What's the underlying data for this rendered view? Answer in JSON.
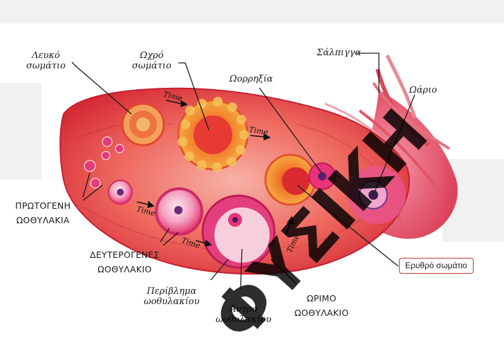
{
  "labels": {
    "leuko": [
      "Λευκό",
      "σωμάτιο"
    ],
    "ochro": [
      "Ωχρό",
      "σωμάτιο"
    ],
    "oorrixia": "Ωορρηξία",
    "salpinga": "Σάλπιγγα",
    "oario": "Ωάριο",
    "protogeni": [
      "ΠΡΩΤΟΓΕΝΗ",
      "ΩΟΘΥΛΑΚΙΑ"
    ],
    "deuterogenes": [
      "ΔΕΥΤΕΡΟΓΕΝΕΣ",
      "ΩΟΘΥΛΑΚΙΟ"
    ],
    "erythro": "Ερυθρό σωμάτιο",
    "periblima": [
      "Περίβλημα",
      "ωοθυλακίου"
    ],
    "antro": [
      "Άντρο",
      "ωοθυλακίου"
    ],
    "orimo": [
      "ΩΡΙΜΟ",
      "ΩΟΘΥΛΑΚΙΟ"
    ]
  },
  "time_label": "Time",
  "watermark": "ΦΥΣΙΚΗ",
  "colors": {
    "ovary": "#e9383f",
    "corpus_luteum": "#f08a24",
    "follicle_pink": "#e8337a",
    "callout_border": "#c0392b"
  }
}
